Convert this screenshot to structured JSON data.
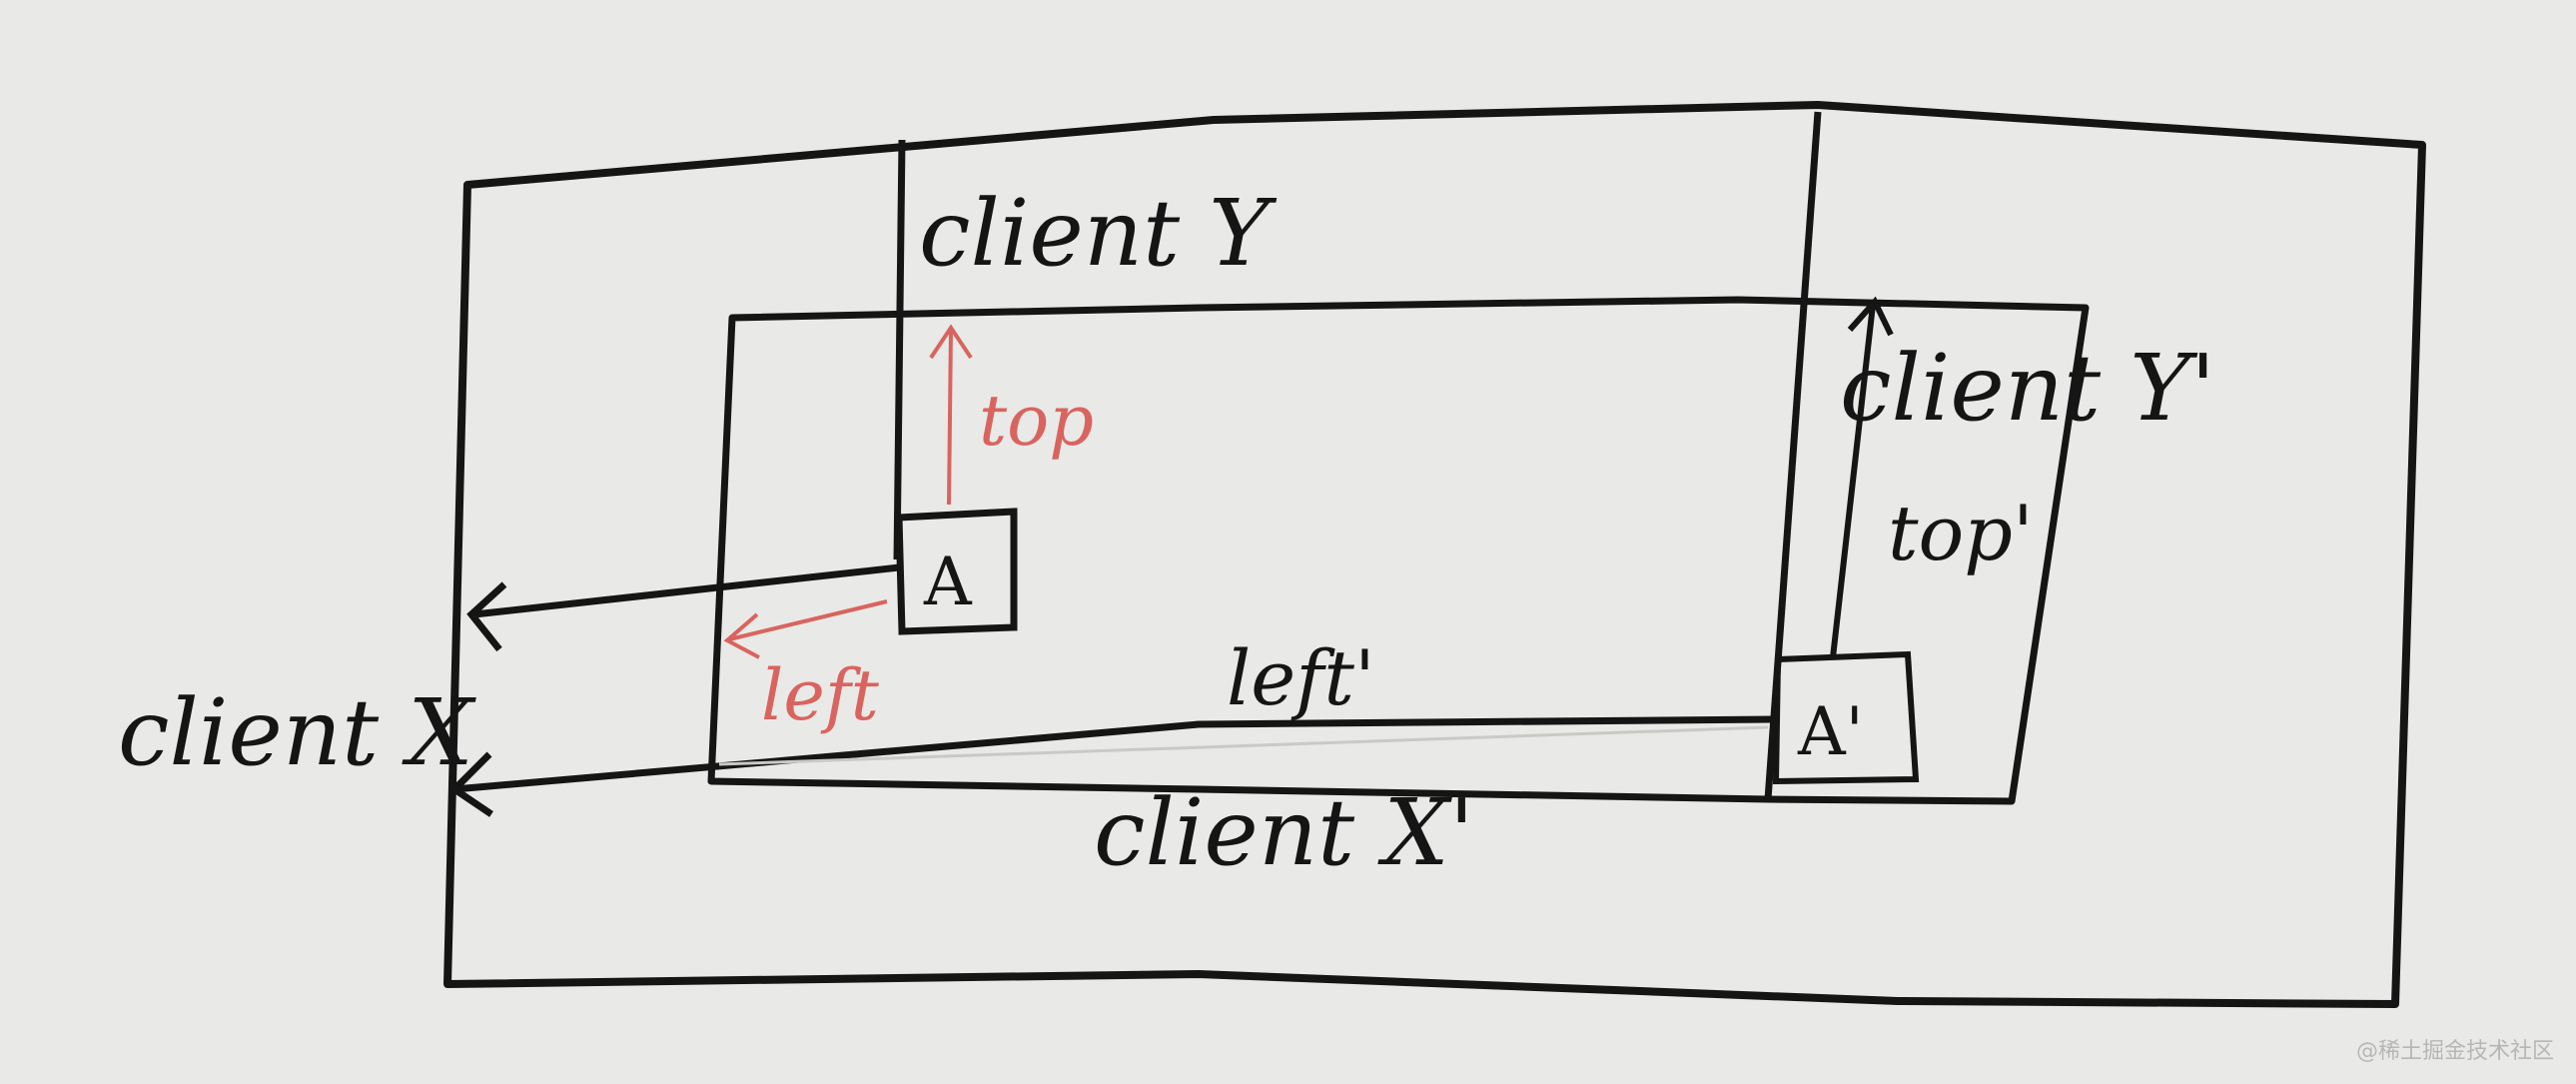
{
  "labels": {
    "client_y": "client Y",
    "client_y_prime": "client Y'",
    "client_x": "client X",
    "client_x_prime": "client X'",
    "top": "top",
    "top_prime": "top'",
    "left": "left",
    "left_prime": "left'",
    "element_a": "A",
    "element_a_prime": "A'"
  },
  "watermark": "@稀土掘金技术社区",
  "colors": {
    "paper": "#e9eae7",
    "ink": "#151515",
    "red_ink": "#d9645f"
  }
}
